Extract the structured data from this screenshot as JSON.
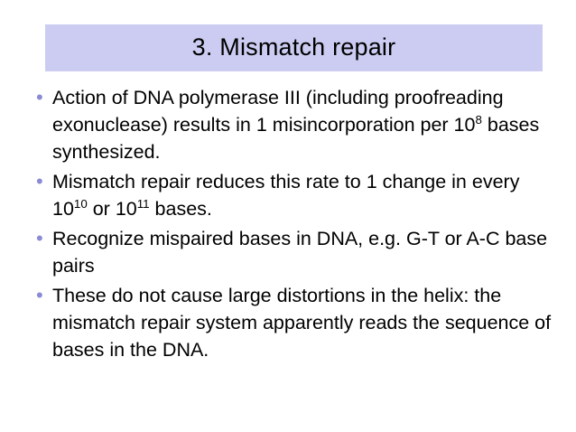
{
  "slide": {
    "title": "3. Mismatch repair",
    "title_band_color": "#ccccf2",
    "bullet_marker": "•",
    "bullet_color": "#8a8ad6",
    "bullets": [
      {
        "id": "bullet-1",
        "parts": [
          {
            "t": "Action of DNA polymerase III (including proofreading exonuclease) results in 1 misincorporation per 10",
            "sup": false
          },
          {
            "t": "8",
            "sup": true
          },
          {
            "t": " bases synthesized.",
            "sup": false
          }
        ]
      },
      {
        "id": "bullet-2",
        "parts": [
          {
            "t": "Mismatch repair reduces this rate to 1 change in every 10",
            "sup": false
          },
          {
            "t": "10",
            "sup": true
          },
          {
            "t": " or 10",
            "sup": false
          },
          {
            "t": "11",
            "sup": true
          },
          {
            "t": " bases.",
            "sup": false
          }
        ]
      },
      {
        "id": "bullet-3",
        "parts": [
          {
            "t": "Recognize mispaired bases in DNA, e.g. G-T or A-C base pairs",
            "sup": false
          }
        ]
      },
      {
        "id": "bullet-4",
        "parts": [
          {
            "t": "These do not cause large distortions in the helix: the mismatch repair system apparently reads the sequence of bases in the DNA.",
            "sup": false
          }
        ]
      }
    ]
  }
}
